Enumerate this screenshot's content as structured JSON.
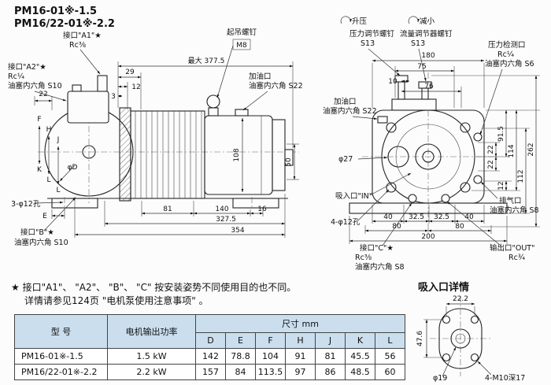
{
  "header": {
    "model_line1": "PM16-01※-1.5",
    "model_line2": "PM16/22-01※-2.2"
  },
  "left": {
    "port_a1": "接口\"A1\"★",
    "port_a1_thread": "Rc⅜",
    "lift_screw": "起吊螺钉",
    "lift_screw_size": "M8",
    "dim_max": "最大 377.5",
    "dim_29": "29",
    "dim_12": "12",
    "dim_3": "3",
    "dim_22": "22",
    "port_a2": "接口\"A2\"★",
    "port_a2_thread": "Rc¼",
    "port_a2_hex": "油塞内六角 S10",
    "oil_fill": "加油口",
    "oil_fill_hex": "油塞内六角 S22",
    "dim_108": "108",
    "dim_50": "50",
    "dim_f": "F",
    "dim_h": "H",
    "dim_j": "J",
    "dim_k": "K",
    "dim_l1": "L",
    "dim_l2": "L",
    "dim_phi_d": "φD",
    "holes": "3-φ12孔",
    "dim_e": "E",
    "port_b": "接口\"B\"★",
    "port_b_hex": "油塞内六角 S10",
    "dim_81": "81",
    "dim_140": "140",
    "dim_16": "16",
    "dim_327": "327.5",
    "dim_354": "354"
  },
  "right": {
    "raise": "升压",
    "reduce": "减小",
    "pressure_screw": "压力调节螺钉",
    "pressure_screw_size": "S13",
    "flow_screw": "流量调节器螺钉",
    "flow_screw_size": "S13",
    "dim_180": "180",
    "dim_75": "75",
    "dim_10": "10",
    "dim_76": "76",
    "gauge_port": "压力检测口",
    "gauge_thread": "Rc¼",
    "gauge_hex": "油塞内六角 S6",
    "oil_fill": "加油口",
    "oil_fill_hex": "油塞内六角 S22",
    "dim_91_5": "91.5",
    "dim_114": "114",
    "dim_262": "262",
    "dim_22a": "22",
    "dim_22b": "22",
    "dim_112": "112",
    "dim_12": "12",
    "dim_phi27": "φ27",
    "inlet": "吸入口\"IN\"",
    "holes": "4-φ12孔",
    "dim_40a": "40",
    "dim_32a": "32.5",
    "dim_32b": "32.5",
    "dim_40b": "40",
    "dim_80a": "80",
    "dim_80b": "80",
    "dim_200": "200",
    "vent": "排气口",
    "vent_hex": "油塞内六角 S8",
    "port_c": "接口\"C\"★",
    "port_c_thread": "Rc⅜",
    "port_c_hex": "油塞内六角 S8",
    "outlet": "输出口\"OUT\"",
    "outlet_thread": "Rc¾"
  },
  "note": {
    "line1": "★ 接口\"A1\"、 \"A2\"、 \"B\"、 \"C\" 按安装姿势不同使用目的也不同。",
    "line2": "详情请参见124页 \"电机泵使用注意事项\" 。"
  },
  "detail": {
    "title": "吸入口详情",
    "dim_22_2": "22.2",
    "dim_47_6": "47.6",
    "dim_phi19": "φ19",
    "holes": "4-M10深17"
  },
  "table": {
    "col_model": "型 号",
    "col_power": "电机输出功率",
    "col_size": "尺寸  mm",
    "dim_headers": [
      "D",
      "E",
      "F",
      "H",
      "J",
      "K",
      "L"
    ],
    "rows": [
      {
        "model": "PM16-01※-1.5",
        "power": "1.5 kW",
        "dims": [
          "142",
          "78.8",
          "104",
          "91",
          "81",
          "45.5",
          "56"
        ]
      },
      {
        "model": "PM16/22-01※-2.2",
        "power": "2.2 kW",
        "dims": [
          "157",
          "84",
          "113.5",
          "97",
          "86",
          "48.5",
          "60"
        ]
      }
    ]
  }
}
